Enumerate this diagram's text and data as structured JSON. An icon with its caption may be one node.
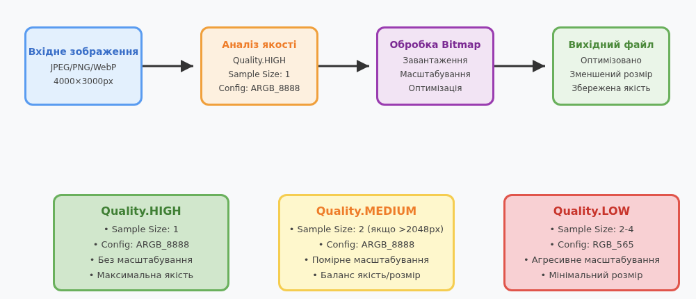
{
  "diagram": {
    "nodes": [
      {
        "text": [
          "Вхідне зображення",
          "JPEG/PNG/WebP",
          "4000×3000px"
        ]
      },
      {
        "text": [
          "Аналіз якості",
          "Quality.HIGH",
          "Sample Size: 1",
          "Config: ARGB_8888"
        ]
      },
      {
        "text": [
          "Обробка Bitmap",
          "Завантаження",
          "Масштабування",
          "Оптимізація"
        ]
      },
      {
        "text": [
          "Вихідний файл",
          "Оптимізовано",
          "Зменшений розмір",
          "Збережена якість"
        ]
      },
      {
        "text": [
          "Quality.HIGH",
          "• Sample Size: 1",
          "• Config: ARGB_8888",
          "• Без масштабування",
          "• Максимальна якість"
        ]
      },
      {
        "text": [
          "Quality.MEDIUM",
          "• Sample Size: 2 (якщо >2048px)",
          "• Config: ARGB_8888",
          "• Помірне масштабування",
          "• Баланс якість/розмір"
        ]
      },
      {
        "text": [
          "Quality.LOW",
          "• Sample Size: 2-4",
          "• Config: RGB_565",
          "• Агресивне масштабування",
          "• Мінімальний розмір"
        ]
      }
    ],
    "edges": [
      {
        "from": 0,
        "to": 1,
        "arrow": "to"
      },
      {
        "from": 1,
        "to": 2,
        "arrow": "to"
      },
      {
        "from": 2,
        "to": 3,
        "arrow": "to"
      }
    ]
  }
}
